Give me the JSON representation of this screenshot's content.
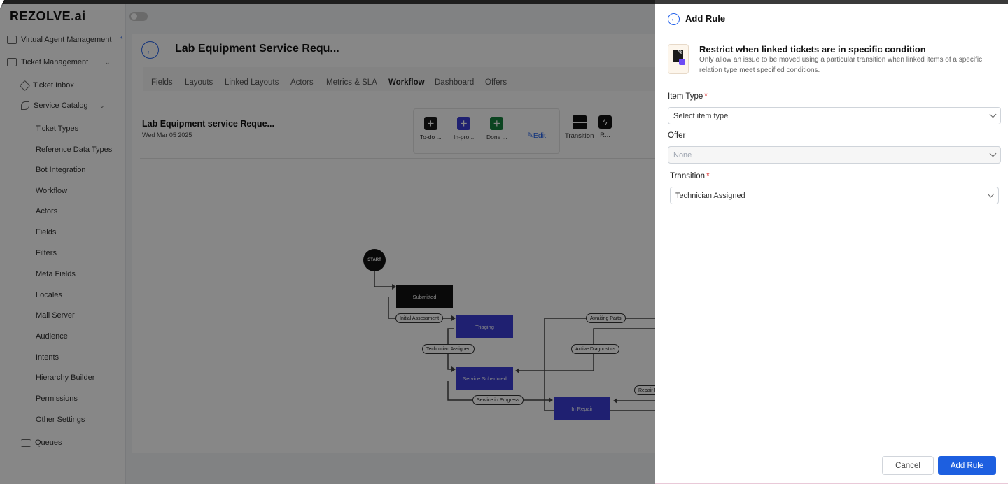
{
  "app": {
    "logo": "REZOLVE.ai"
  },
  "sidebar": {
    "items": [
      {
        "label": "Virtual Agent Management"
      },
      {
        "label": "Ticket Management"
      },
      {
        "label": "Ticket Inbox"
      },
      {
        "label": "Service Catalog"
      },
      {
        "label": "Queues"
      }
    ],
    "sub_items": [
      "Ticket Types",
      "Reference Data Types",
      "Bot Integration",
      "Workflow",
      "Actors",
      "Fields",
      "Filters",
      "Meta Fields",
      "Locales",
      "Mail Server",
      "Audience",
      "Intents",
      "Hierarchy Builder",
      "Permissions",
      "Other Settings"
    ]
  },
  "main": {
    "title": "Lab Equipment Service Requ...",
    "tabs": [
      "Fields",
      "Layouts",
      "Linked Layouts",
      "Actors",
      "Metrics & SLA",
      "Workflow",
      "Dashboard",
      "Offers"
    ],
    "active_tab": "Workflow",
    "workflow_name": "Lab Equipment service Reque...",
    "workflow_date": "Wed Mar 05 2025",
    "status_buttons": [
      {
        "label": "To-do ...",
        "color": "#1a1a1a"
      },
      {
        "label": "In-pro...",
        "color": "#3b3dd6"
      },
      {
        "label": "Done ...",
        "color": "#15803d"
      }
    ],
    "edit_label": "Edit",
    "transition_label": "Transition",
    "r_label": "R..."
  },
  "diagram": {
    "start": "START",
    "states": [
      "Submitted",
      "Triaging",
      "Service Scheduled",
      "In Repair"
    ],
    "transitions": [
      "Initial Assessment",
      "Technician Assigned",
      "Service in Progress",
      "Awaiting Parts",
      "Active Diagnostics",
      "Repair F..."
    ]
  },
  "drawer": {
    "title": "Add Rule",
    "rule_heading": "Restrict when linked tickets are in specific condition",
    "rule_description": "Only allow an issue to be moved using a particular transition when linked items of a specific relation type meet specified conditions.",
    "item_type": {
      "label": "Item Type",
      "required": "*",
      "placeholder": "Select item type"
    },
    "offer": {
      "label": "Offer",
      "value": "None"
    },
    "transition": {
      "label": "Transition",
      "required": "*",
      "value": "Technician Assigned"
    },
    "cancel_label": "Cancel",
    "add_label": "Add Rule"
  },
  "colors": {
    "accent": "#1d5fe0",
    "state_blue": "#3b3dd6",
    "required": "#dc2626"
  }
}
